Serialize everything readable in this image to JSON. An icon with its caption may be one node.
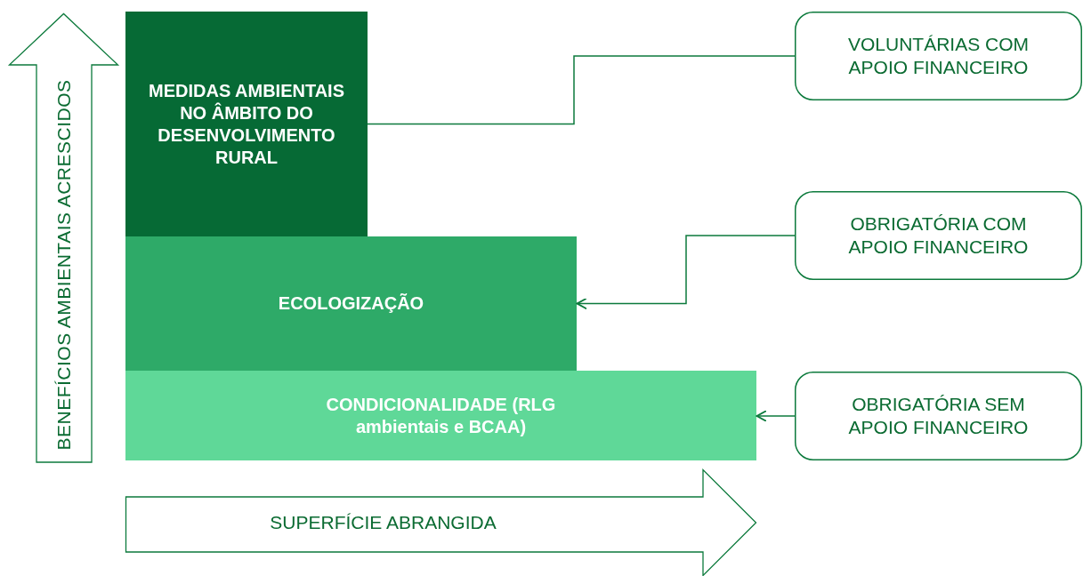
{
  "diagram": {
    "nodes": [
      {
        "text": [
          "MEDIDAS AMBIENTAIS NO ÂMBITO DO DESENVOLVIMENTO RURAL"
        ]
      },
      {
        "text": [
          "ECOLOGIZAÇÃO"
        ]
      },
      {
        "text": [
          "CONDICIONALIDADE (RLG ambientais e BCAA)"
        ]
      },
      {
        "text": [
          "BENEFÍCIOS AMBIENTAIS ACRESCIDOS"
        ]
      },
      {
        "text": [
          "SUPERFÍCIE ABRANGIDA"
        ]
      },
      {
        "text": [
          "VOLUNTÁRIAS COM APOIO FINANCEIRO"
        ]
      },
      {
        "text": [
          "OBRIGATÓRIA COM APOIO FINANCEIRO"
        ]
      },
      {
        "text": [
          "OBRIGATÓRIA SEM APOIO FINANCEIRO"
        ]
      }
    ],
    "edges": [
      {
        "from": 5,
        "to": 0,
        "arrow": "none"
      },
      {
        "from": 6,
        "to": 1,
        "arrow": "to"
      },
      {
        "from": 7,
        "to": 2,
        "arrow": "to"
      }
    ]
  }
}
